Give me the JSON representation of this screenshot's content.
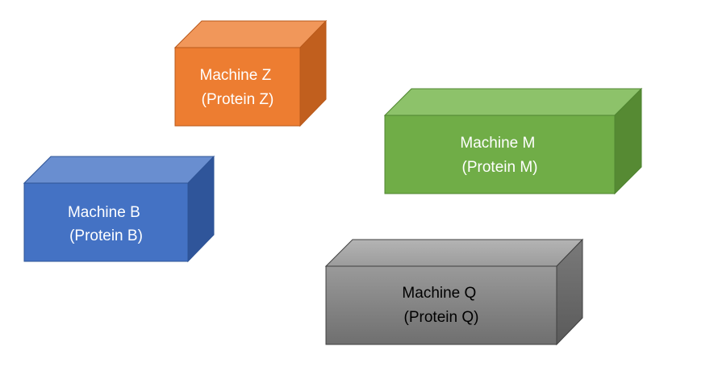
{
  "boxes": [
    {
      "id": "z",
      "line1": "Machine Z",
      "line2": "(Protein Z)",
      "colors": {
        "front": "#ED7D31",
        "top": "#F1975A",
        "side": "#C15F1E",
        "edge": "#B9591A",
        "text": "#FFFFFF"
      }
    },
    {
      "id": "m",
      "line1": "Machine M",
      "line2": "(Protein M)",
      "colors": {
        "front": "#70AD47",
        "top": "#8DC26A",
        "side": "#568A33",
        "edge": "#4F8530",
        "text": "#FFFFFF"
      }
    },
    {
      "id": "b",
      "line1": "Machine B",
      "line2": "(Protein B)",
      "colors": {
        "front": "#4472C4",
        "top": "#698ED0",
        "side": "#2F559A",
        "edge": "#2E5496",
        "text": "#FFFFFF"
      }
    },
    {
      "id": "q",
      "line1": "Machine Q",
      "line2": "(Protein Q)",
      "colors": {
        "front": "#8A8A8A",
        "top": "#A3A3A3",
        "side": "#6A6A6A",
        "edge": "#404040",
        "text": "#000000"
      }
    }
  ]
}
